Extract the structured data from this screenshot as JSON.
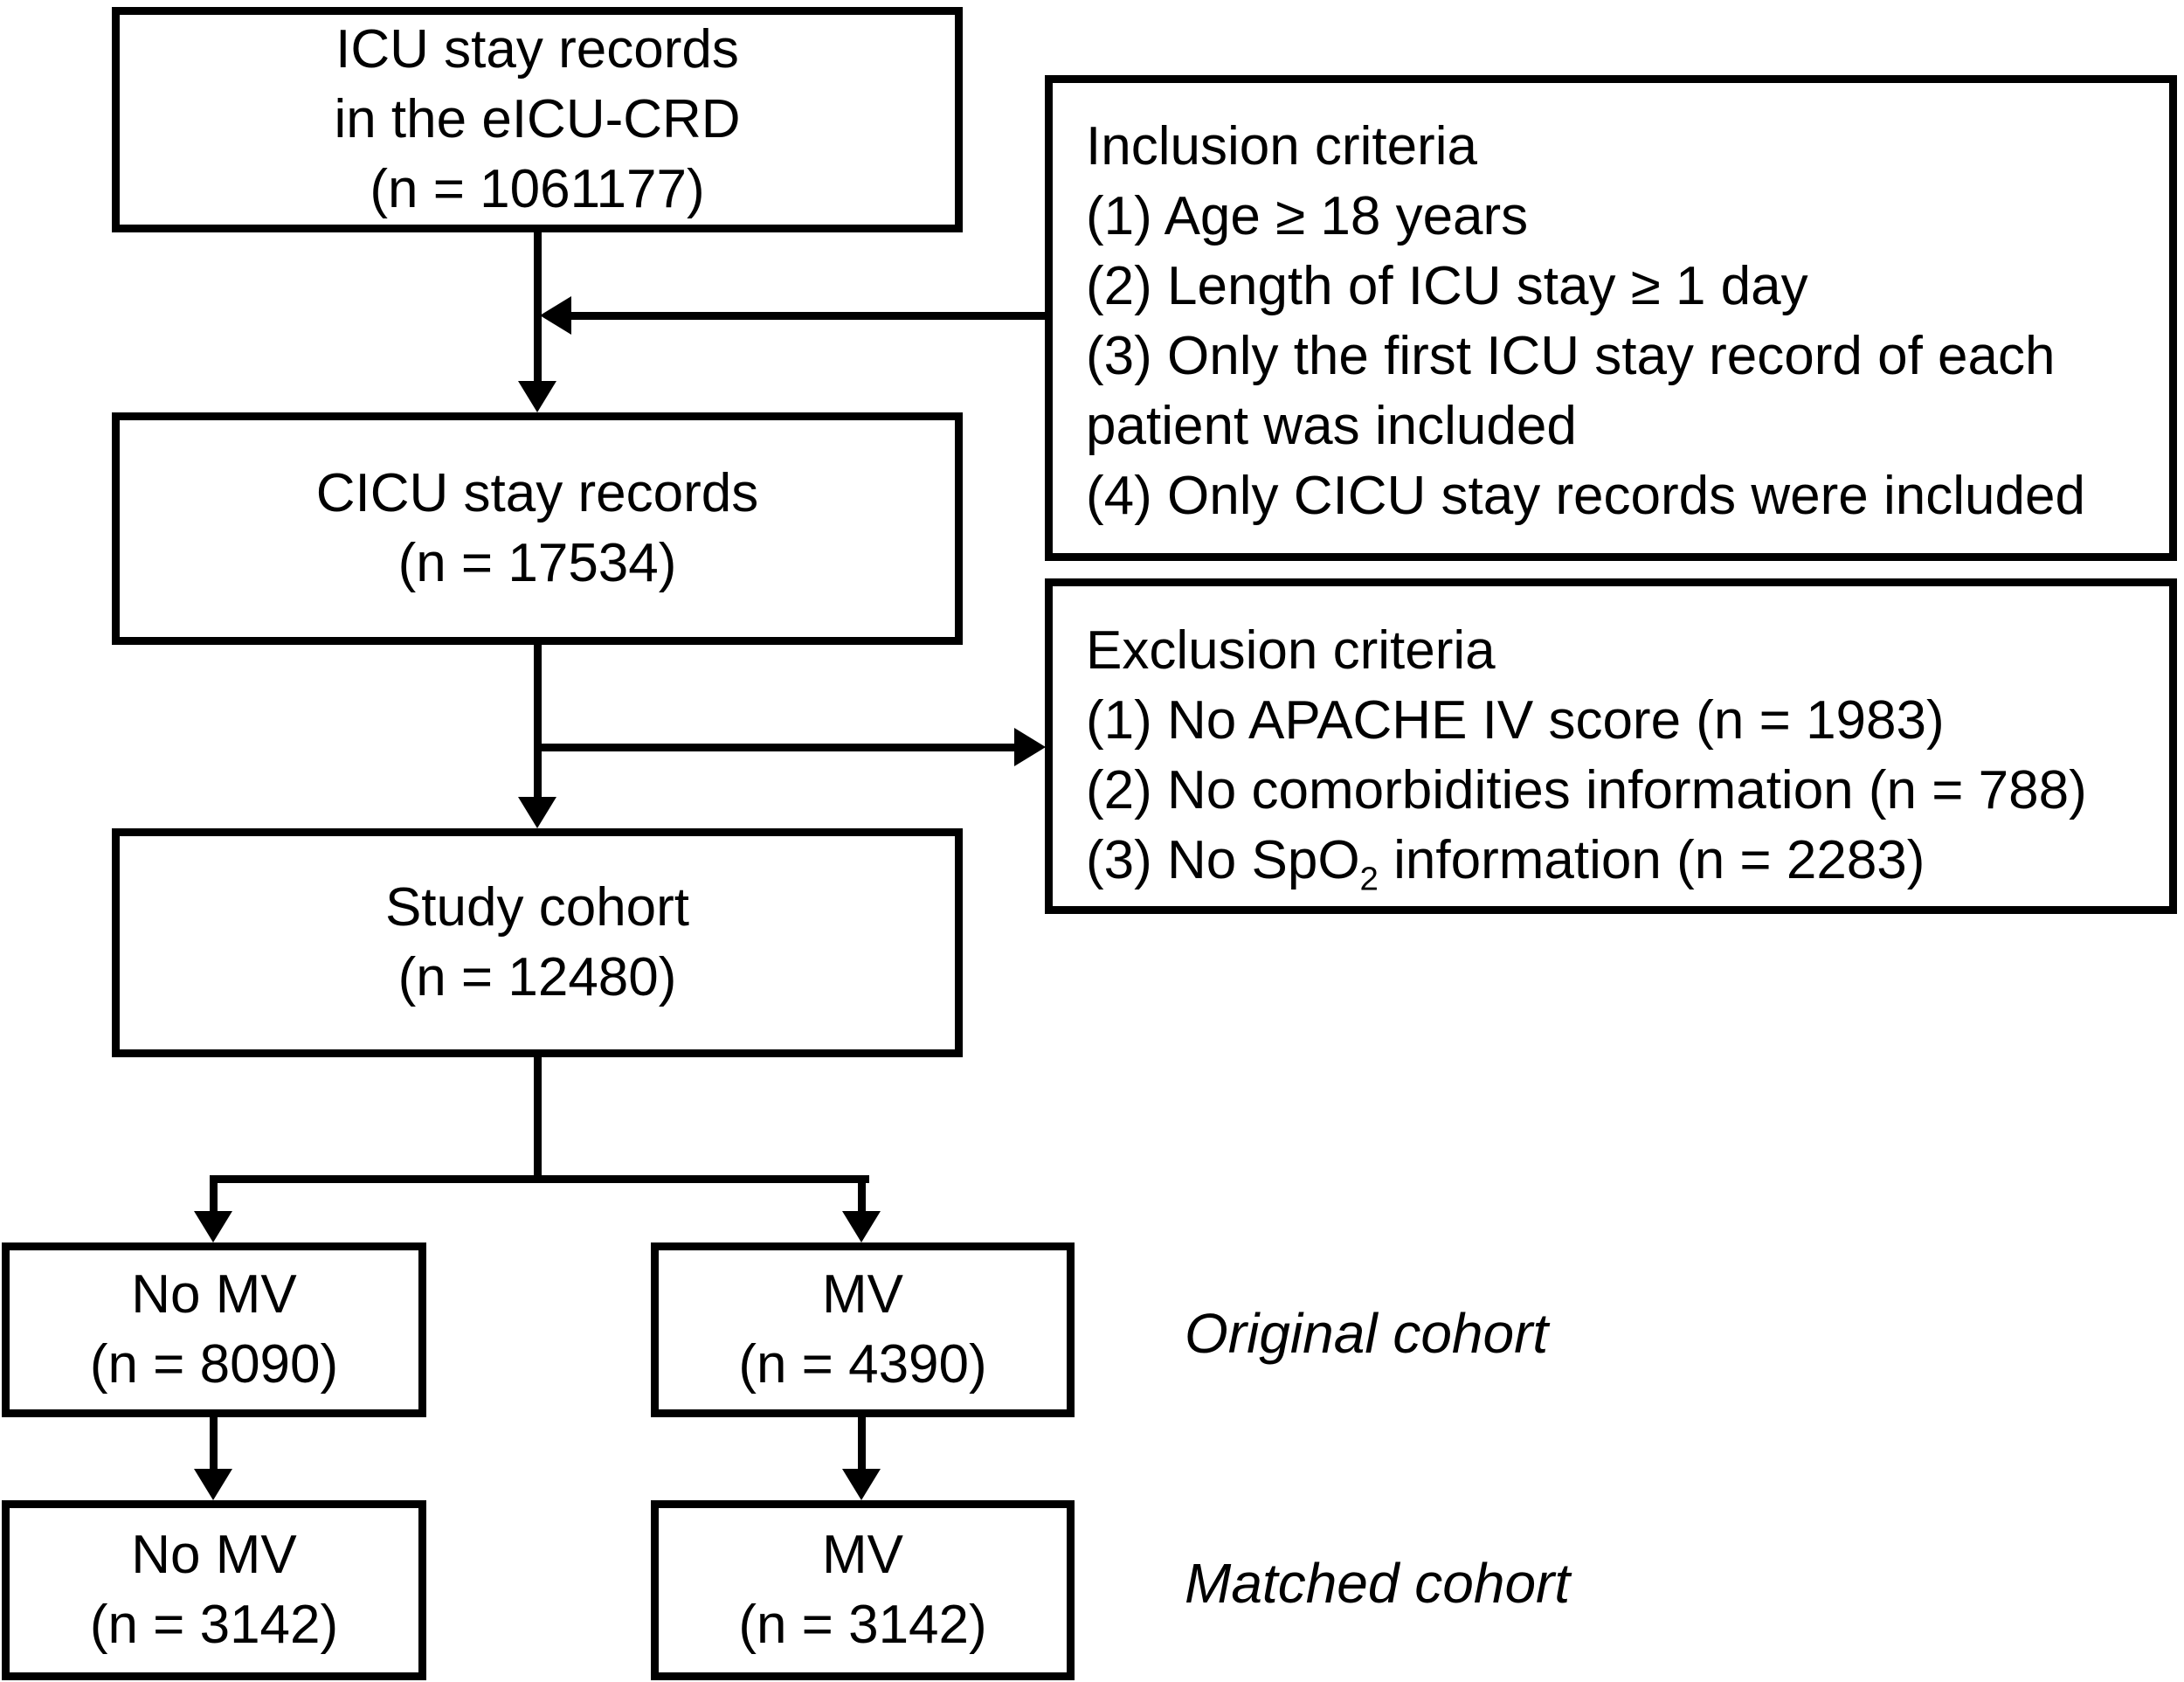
{
  "figure": {
    "background_color": "#ffffff",
    "line_color": "#000000"
  },
  "boxes": {
    "icu": {
      "lines": [
        "ICU stay records",
        "in the eICU-CRD",
        "(n = 1061177)"
      ]
    },
    "cicu": {
      "lines": [
        "CICU stay records",
        "(n = 17534)"
      ]
    },
    "study": {
      "lines": [
        "Study cohort",
        "(n = 12480)"
      ]
    },
    "no_mv_original": {
      "lines": [
        "No MV",
        "(n = 8090)"
      ]
    },
    "mv_original": {
      "lines": [
        "MV",
        "(n = 4390)"
      ]
    },
    "no_mv_matched": {
      "lines": [
        "No MV",
        "(n = 3142)"
      ]
    },
    "mv_matched": {
      "lines": [
        "MV",
        "(n = 3142)"
      ]
    }
  },
  "inclusion": {
    "lines": [
      "Inclusion criteria",
      "(1) Age ≥ 18 years",
      "(2) Length of ICU stay ≥ 1 day",
      "(3) Only the first ICU stay record of each",
      "patient was included",
      "(4) Only CICU stay records were included"
    ]
  },
  "exclusion": {
    "title": "Exclusion criteria",
    "line1": "(1) No APACHE IV score (n = 1983)",
    "line2": "(2) No comorbidities information (n = 788)",
    "line3": {
      "pre": "(3) No SpO",
      "sub": "2",
      "post": " information (n = 2283)"
    }
  },
  "labels": {
    "original": "Original cohort",
    "matched": "Matched cohort"
  }
}
